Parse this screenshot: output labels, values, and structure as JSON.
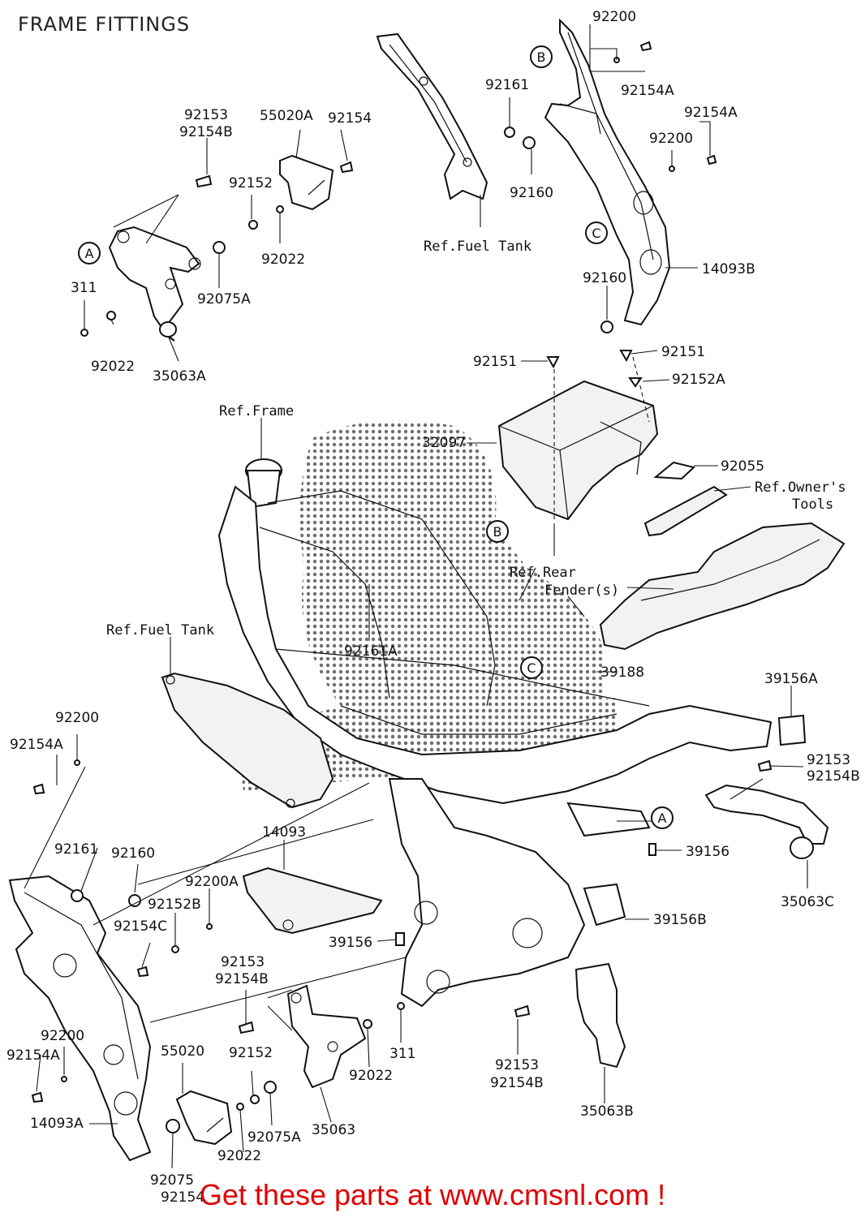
{
  "title": "FRAME FITTINGS",
  "footer": "Get these parts at www.cmsnl.com !",
  "watermark_color": "#555555",
  "footer_color": "#e00000",
  "callouts": [
    "A",
    "B",
    "C"
  ],
  "part_labels": {
    "p92200_top": "92200",
    "p92154A_top": "92154A",
    "p92161_top": "92161",
    "p92160_top": "92160",
    "p92154A_r": "92154A",
    "p92200_r": "92200",
    "p14093B": "14093B",
    "p92160_r": "92160",
    "p92153_tl": "92153",
    "p92154B_tl": "92154B",
    "p55020A": "55020A",
    "p92154_tl": "92154",
    "p92152_tl": "92152",
    "p92022_tl": "92022",
    "p311_tl": "311",
    "p92075A_tl": "92075A",
    "p92022_tl2": "92022",
    "p35063A": "35063A",
    "p92151_a": "92151",
    "p92151_b": "92151",
    "p92152A": "92152A",
    "p32097": "32097",
    "p92055": "92055",
    "p92161A": "92161A",
    "p39188": "39188",
    "p39156A": "39156A",
    "p92153_r": "92153",
    "p92154B_r": "92154B",
    "p39156_r": "39156",
    "p35063C": "35063C",
    "p39156B": "39156B",
    "p39156_c": "39156",
    "p92200_l": "92200",
    "p92154A_l": "92154A",
    "p92161_l": "92161",
    "p92160_l": "92160",
    "p14093": "14093",
    "p92200A": "92200A",
    "p92152B": "92152B",
    "p92154C": "92154C",
    "p92153_bl": "92153",
    "p92154B_bl": "92154B",
    "p92200_bl": "92200",
    "p92154A_bl": "92154A",
    "p55020": "55020",
    "p92152_bl": "92152",
    "p14093A": "14093A",
    "p92075A_bl": "92075A",
    "p35063": "35063",
    "p92022_bl": "92022",
    "p92022_bc": "92022",
    "p311_bc": "311",
    "p92153_bc": "92153",
    "p92154B_bc": "92154B",
    "p35063B": "35063B",
    "p92075": "92075",
    "p92154_cut": "92154"
  },
  "ref_labels": {
    "fuel_tank_top": "Ref.Fuel Tank",
    "frame": "Ref.Frame",
    "owners_tools_1": "Ref.Owner's",
    "owners_tools_2": "Tools",
    "rear_fender_1": "Ref.Rear",
    "rear_fender_2": "Fender(s)",
    "fuel_tank_left": "Ref.Fuel Tank"
  }
}
